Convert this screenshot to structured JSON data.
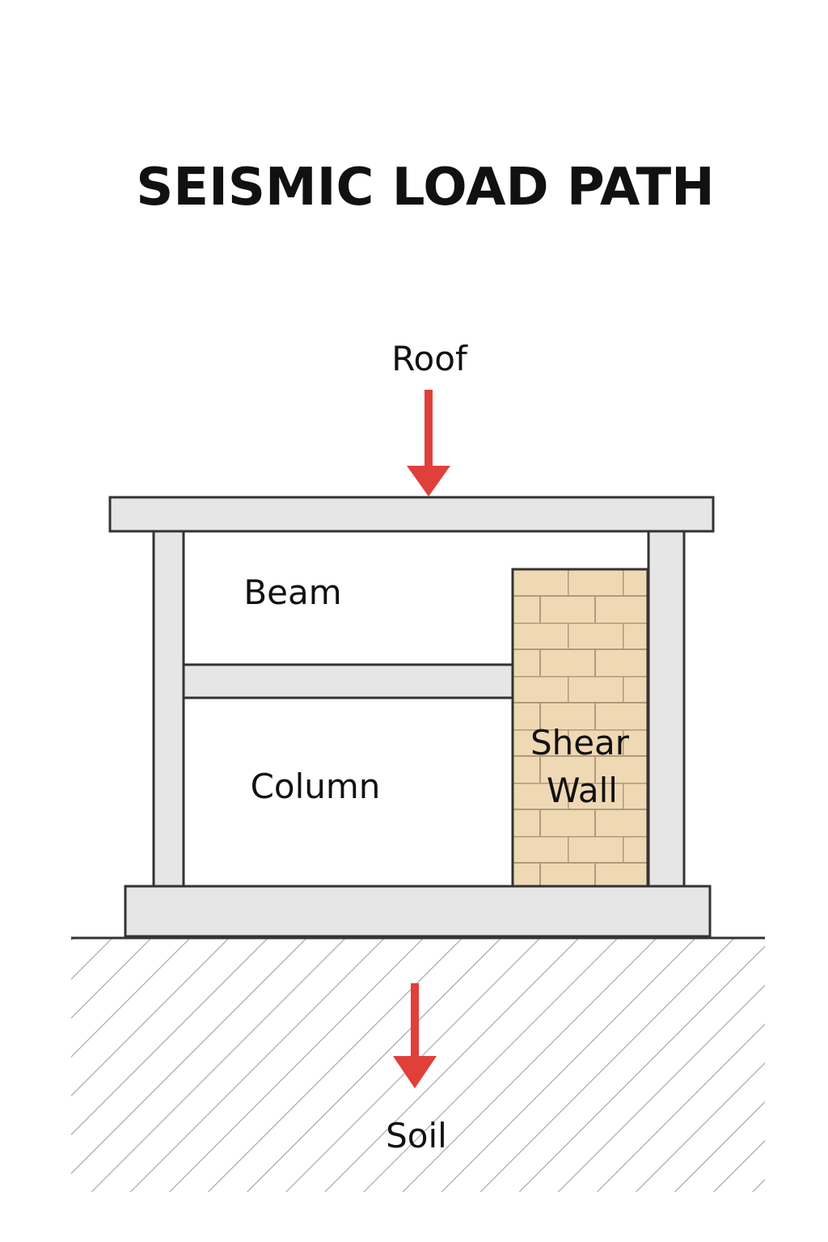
{
  "title": "SEISMIC LOAD PATH",
  "labels": {
    "roof": "Roof",
    "beam": "Beam",
    "column": "Column",
    "shear_wall_line1": "Shear",
    "shear_wall_line2": "Wall",
    "soil": "Soil"
  },
  "colors": {
    "arrow": "#e0403a",
    "member_fill": "#e6e6e6",
    "member_stroke": "#333333",
    "brick_fill": "#efd8b4",
    "brick_mortar": "#b09a78",
    "soil_hatch": "#9a9a9a"
  }
}
